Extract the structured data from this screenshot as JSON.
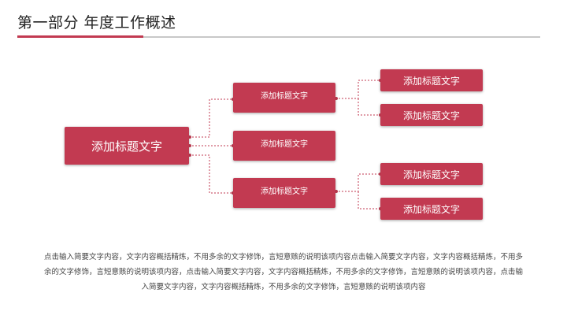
{
  "header": {
    "title": "第一部分  年度工作概述"
  },
  "diagram": {
    "root": {
      "label": "添加标题文字"
    },
    "branches": [
      {
        "label": "添加标题文字",
        "leaves": [
          {
            "label": "添加标题文字"
          },
          {
            "label": "添加标题文字"
          }
        ]
      },
      {
        "label": "添加标题文字",
        "leaves": []
      },
      {
        "label": "添加标题文字",
        "leaves": [
          {
            "label": "添加标题文字"
          },
          {
            "label": "添加标题文字"
          }
        ]
      }
    ]
  },
  "colors": {
    "accent": "#c23a51",
    "rule": "#c8c8c8"
  },
  "body": {
    "text": "点击输入简要文字内容，文字内容概括精炼，不用多余的文字修饰，言短意赅的说明该项内容点击输入简要文字内容，文字内容概括精炼，不用多余的文字修饰，言短意赅的说明该项内容，点击输入简要文字内容，文字内容概括精炼，不用多余的文字修饰，言短意赅的说明该项内容，点击输入简要文字内容，文字内容概括精炼，不用多余的文字修饰，言短意赅的说明该项内容"
  }
}
